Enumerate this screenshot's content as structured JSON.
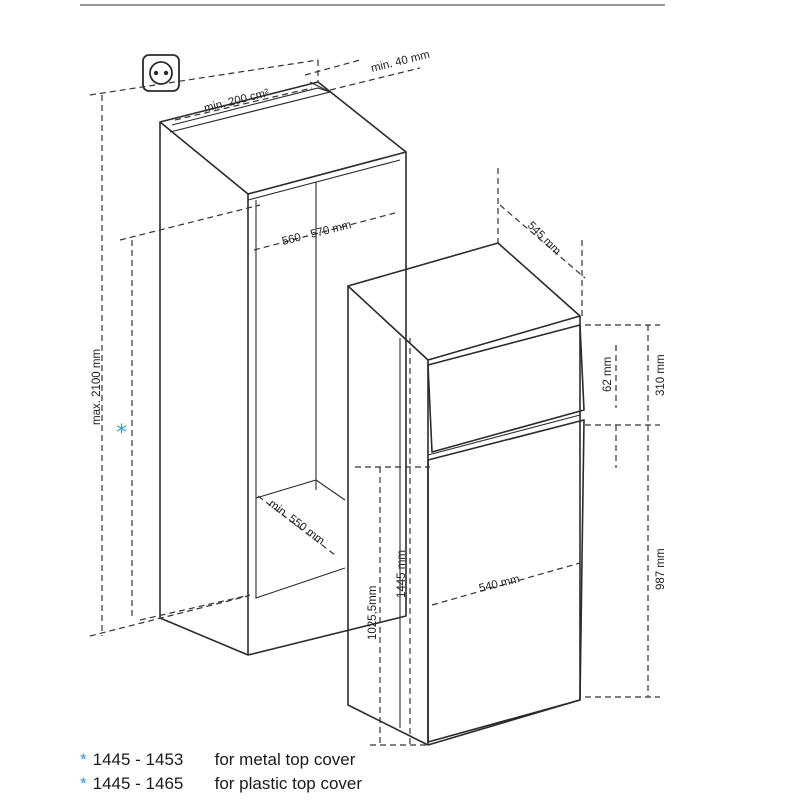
{
  "dimensions": {
    "min_vent_area": "min. 200 cm²",
    "min_gap": "min. 40 mm",
    "max_height": "max. 2100 mm",
    "niche_width": "560 - 570 mm",
    "niche_depth": "min. 550 mm",
    "appliance_depth": "545 mm",
    "door_offset": "62 mm",
    "freezer_door_height": "310 mm",
    "fridge_door_height": "987 mm",
    "total_height": "1445 mm",
    "hinge_height": "1025,5mm",
    "appliance_width": "540 mm"
  },
  "asterisk": "*",
  "notes": [
    {
      "mark": "*",
      "range": "1445 - 1453",
      "text": "for metal top cover"
    },
    {
      "mark": "*",
      "range": "1445 - 1465",
      "text": "for plastic top cover"
    }
  ],
  "icons": {
    "socket": "power-socket-icon"
  }
}
